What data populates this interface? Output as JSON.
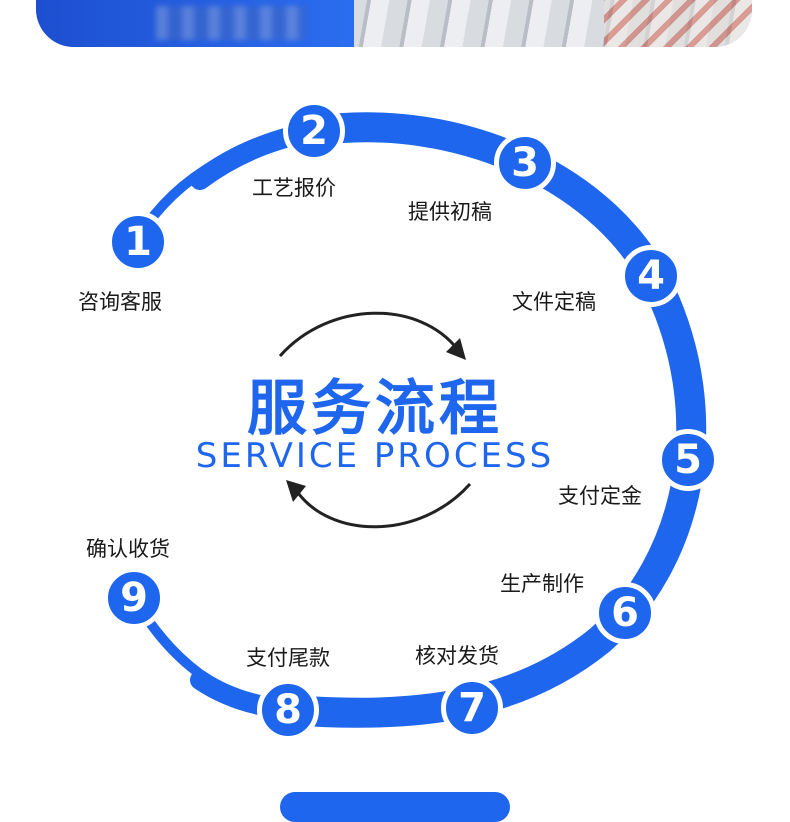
{
  "banner": {
    "fragment_text": ""
  },
  "title": "服务流程",
  "subtitle": "SERVICE PROCESS",
  "steps": [
    {
      "number": "1",
      "label": "咨询客服"
    },
    {
      "number": "2",
      "label": "工艺报价"
    },
    {
      "number": "3",
      "label": "提供初稿"
    },
    {
      "number": "4",
      "label": "文件定稿"
    },
    {
      "number": "5",
      "label": "支付定金"
    },
    {
      "number": "6",
      "label": "生产制作"
    },
    {
      "number": "7",
      "label": "核对发货"
    },
    {
      "number": "8",
      "label": "支付尾款"
    },
    {
      "number": "9",
      "label": "确认收货"
    }
  ],
  "colors": {
    "accent": "#1e66ee",
    "text": "#1a1a1a",
    "arrow": "#222222"
  }
}
